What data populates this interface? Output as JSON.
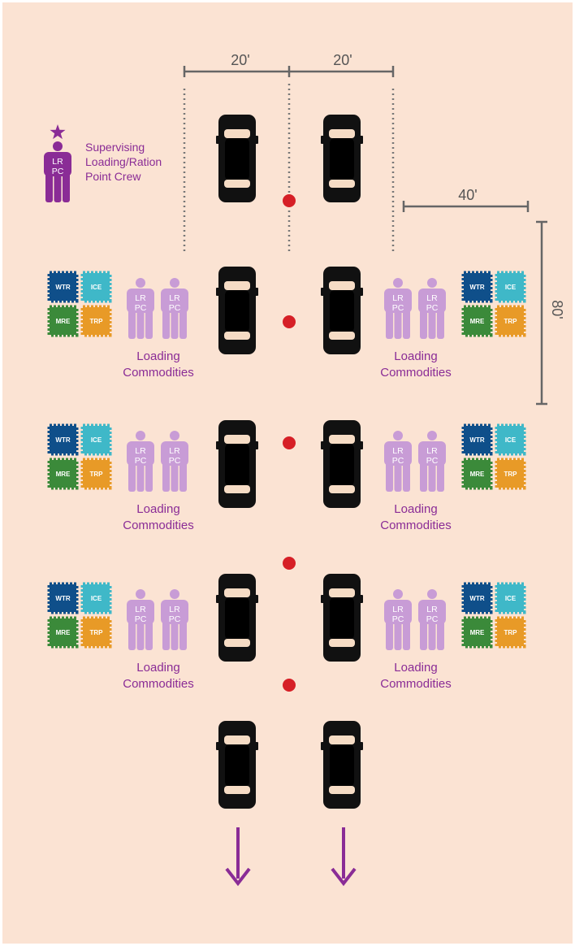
{
  "colors": {
    "background": "#fbe3d3",
    "supervisor": "#8a2c96",
    "crew": "#c89cd6",
    "label": "#8a2c96",
    "dimension_line": "#666666",
    "marker": "#d61f26",
    "car": "#111111",
    "arrow": "#8a2c96",
    "wtr": "#0f4f8a",
    "ice": "#3fb8c8",
    "mre": "#3b8a3a",
    "trp": "#e89a27"
  },
  "dimensions": {
    "left_lane_width": "20'",
    "right_lane_width": "20'",
    "side_width": "40'",
    "station_length": "80'"
  },
  "legend": {
    "icon_name": "supervisor-star-icon",
    "person_line1": "LR",
    "person_line2": "PC",
    "text_lines": [
      "Supervising",
      "Loading/Ration",
      "Point Crew"
    ]
  },
  "crew_person": {
    "line1": "LR",
    "line2": "PC"
  },
  "station_label": {
    "line1": "Loading",
    "line2": "Commodities"
  },
  "commodities": {
    "wtr": "WTR",
    "ice": "ICE",
    "mre": "MRE",
    "trp": "TRP"
  },
  "stations_per_side": 3,
  "vehicle_count": 10,
  "traffic_direction": "down"
}
